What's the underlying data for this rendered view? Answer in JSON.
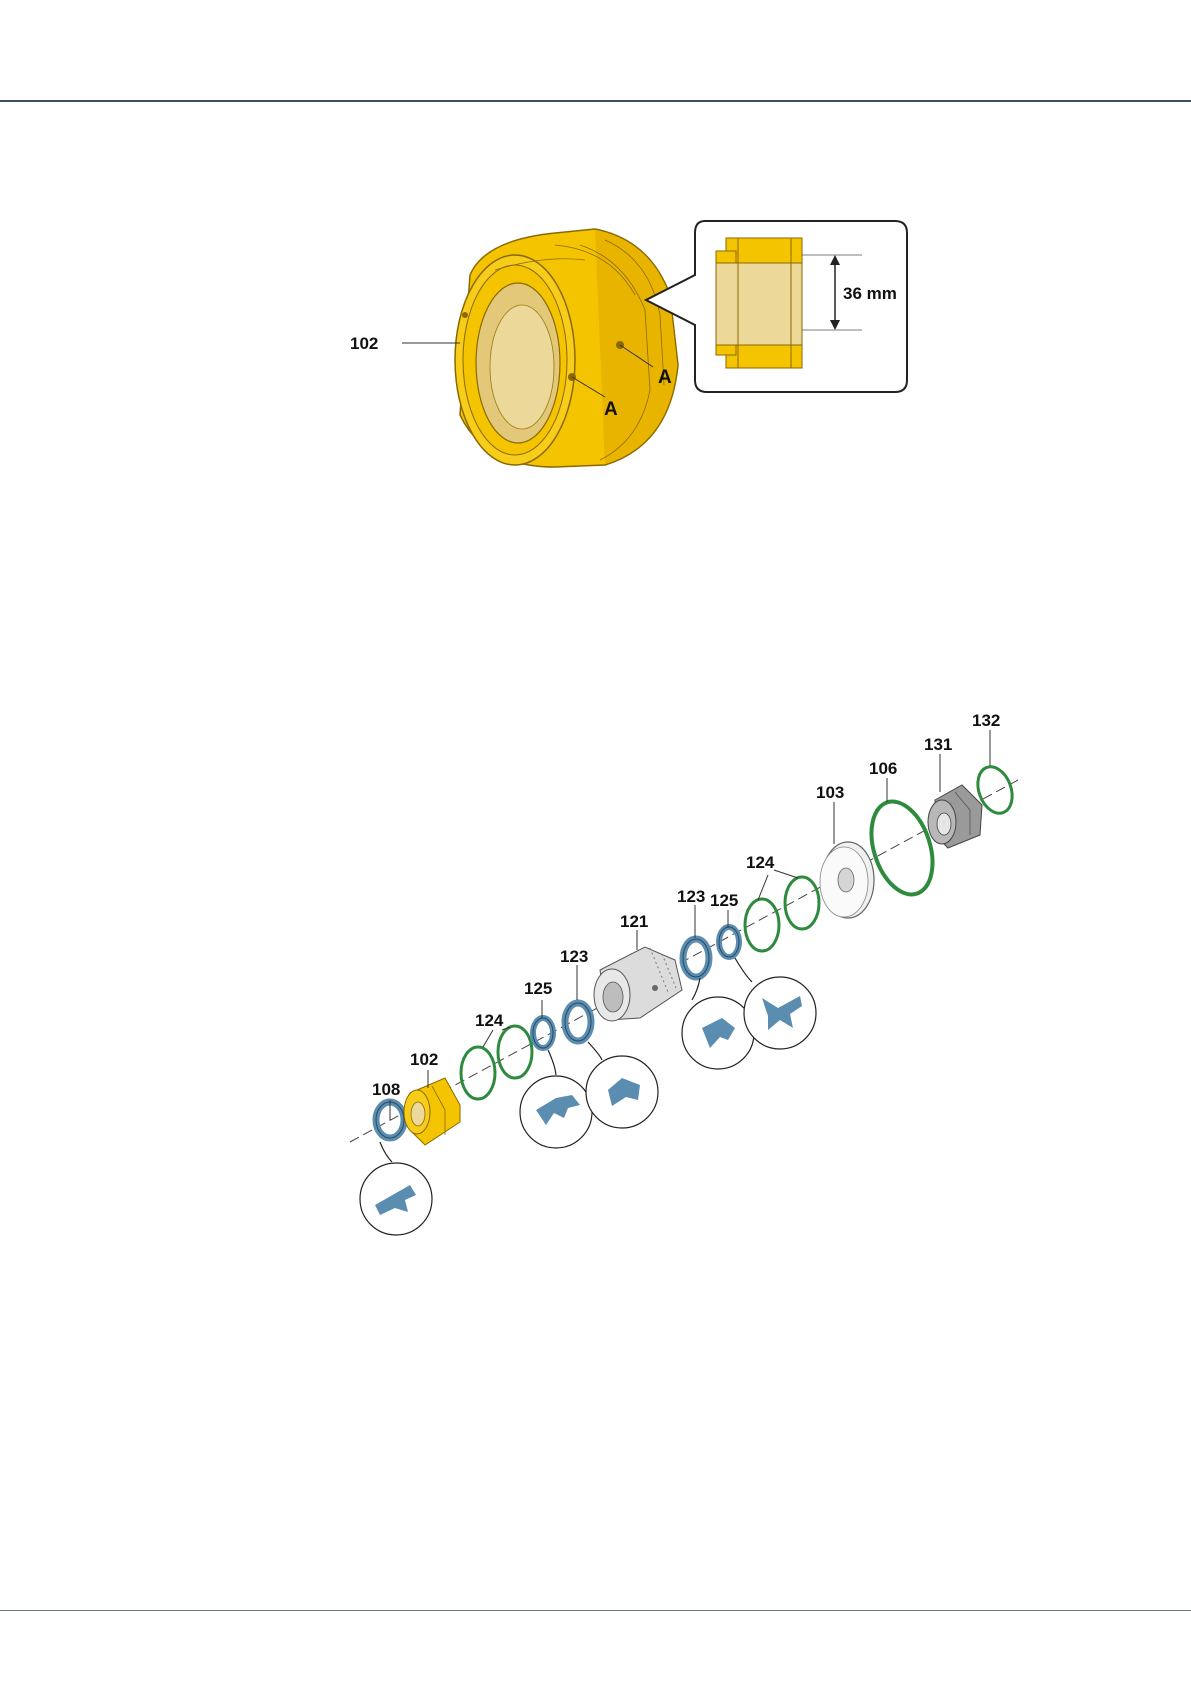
{
  "figure1": {
    "part_label": "102",
    "marker_a1": "A",
    "marker_a2": "A",
    "dimension": "36 mm"
  },
  "figure2": {
    "labels": {
      "p108": "108",
      "p102": "102",
      "p124a": "124",
      "p125a": "125",
      "p123a": "123",
      "p121": "121",
      "p123b": "123",
      "p125b": "125",
      "p124b": "124",
      "p103": "103",
      "p106": "106",
      "p131": "131",
      "p132": "132"
    }
  },
  "colors": {
    "brass": "#f5c400",
    "brass_dark": "#d9a800",
    "seal_blue": "#5a8db0",
    "oring_green": "#2e8b3e",
    "steel": "#c8c8c8",
    "rule": "#3a4f66"
  }
}
